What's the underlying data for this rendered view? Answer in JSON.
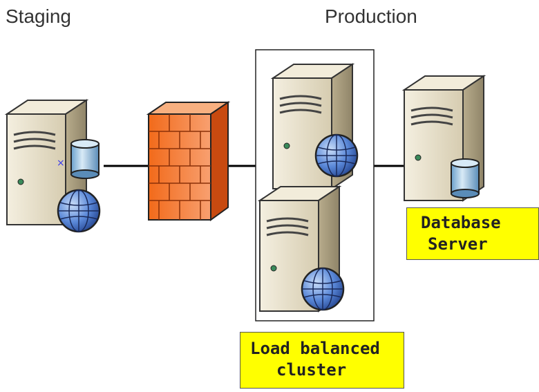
{
  "headings": {
    "staging": "Staging",
    "production": "Production"
  },
  "callouts": {
    "database_server": [
      "Database",
      "Server"
    ],
    "load_balanced_cluster": [
      "Load balanced",
      "cluster"
    ]
  },
  "colors": {
    "callout_fill": "#ffff00",
    "firewall": "#f07a32",
    "server_body": "#e8e0c8",
    "globe": "#4a78c8",
    "database": "#a9cce6"
  },
  "icons": [
    "server-icon",
    "database-icon",
    "globe-icon",
    "firewall-icon"
  ]
}
